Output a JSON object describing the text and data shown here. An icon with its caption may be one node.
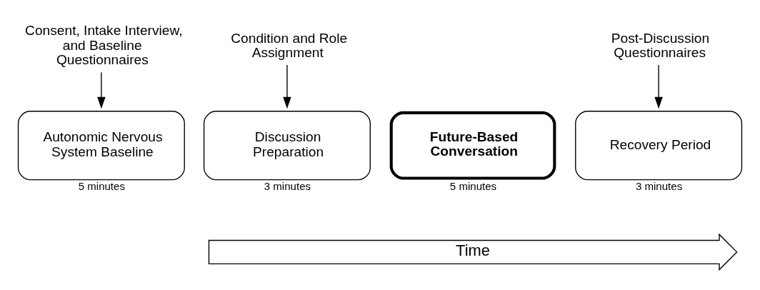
{
  "diagram": {
    "nodes": [
      {
        "text": [
          "Consent, Intake Interview, and Baseline Questionnaires"
        ]
      },
      {
        "text": [
          "Condition and Role Assignment"
        ]
      },
      {
        "text": [
          "Post-Discussion Questionnaires"
        ]
      },
      {
        "text": [
          "Autonomic Nervous System Baseline"
        ],
        "beside": [
          "5 minutes"
        ]
      },
      {
        "text": [
          "Discussion Preparation"
        ],
        "beside": [
          "3 minutes"
        ]
      },
      {
        "text": [
          "Future-Based Conversation"
        ],
        "beside": [
          "5 minutes"
        ]
      },
      {
        "text": [
          "Recovery Period"
        ],
        "beside": [
          "3 minutes"
        ]
      },
      {
        "text": [
          "Time"
        ]
      }
    ],
    "edges": [
      {
        "from": 0,
        "to": 3,
        "arrow": "to"
      },
      {
        "from": 1,
        "to": 4,
        "arrow": "to"
      },
      {
        "from": 2,
        "to": 6,
        "arrow": "to"
      }
    ]
  }
}
